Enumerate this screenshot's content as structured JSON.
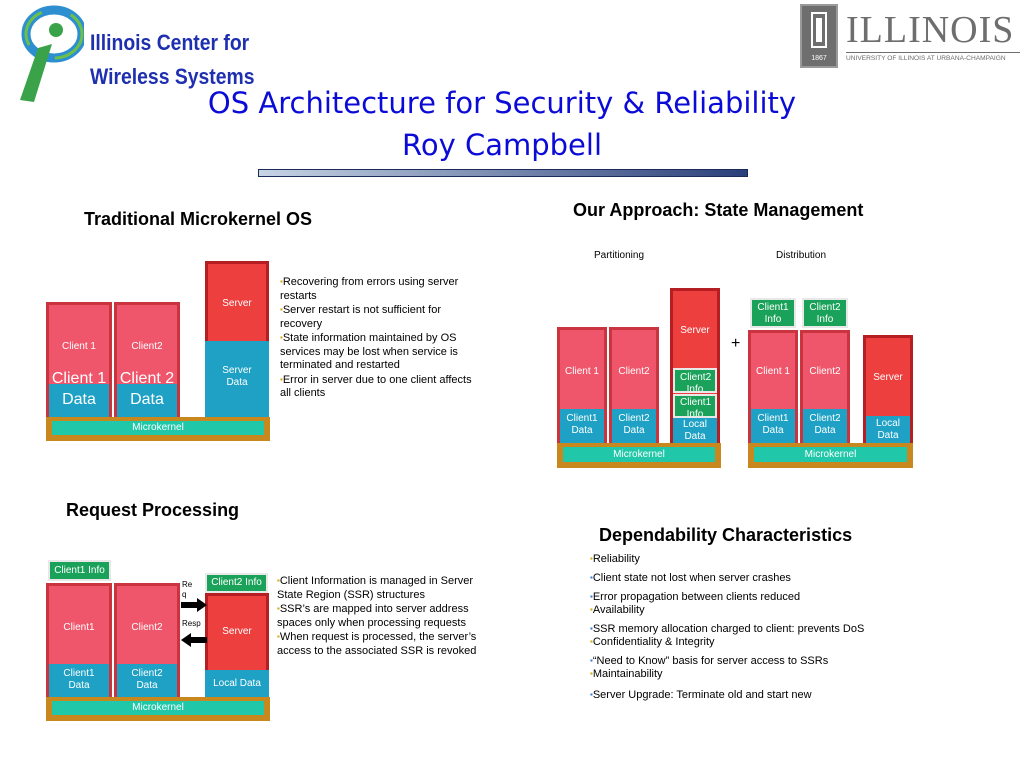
{
  "header": {
    "center_name_line1": "Illinois Center for",
    "center_name_line2": "Wireless Systems",
    "title_line1": "OS Architecture for Security & Reliability",
    "title_line2": "Roy Campbell",
    "uiuc_word": "ILLINOIS",
    "uiuc_sub": "UNIVERSITY OF ILLINOIS AT URBANA-CHAMPAIGN",
    "uiuc_year": "1867",
    "logo_letter": "i"
  },
  "traditional": {
    "heading": "Traditional Microkernel OS",
    "client1": "Client 1",
    "client2": "Client2",
    "client1_data": "Client 1 Data",
    "client2_data": "Client 2 Data",
    "server": "Server",
    "server_data": "Server Data",
    "microkernel": "Microkernel",
    "bullets": [
      "Recovering from errors using server restarts",
      "Server restart is not sufficient for recovery",
      "State information maintained by OS services may be lost when service is terminated and restarted",
      "Error in server due to one client affects all clients"
    ]
  },
  "approach": {
    "heading": "Our Approach: State Management",
    "partitioning": "Partitioning",
    "distribution": "Distribution",
    "plus": "+",
    "client1": "Client 1",
    "client2": "Client2",
    "client1_data": "Client1 Data",
    "client2_data": "Client2 Data",
    "server": "Server",
    "client2_info": "Client2 Info",
    "client1_info": "Client1 Info",
    "local_data": "Local Data",
    "microkernel": "Microkernel"
  },
  "request": {
    "heading": "Request Processing",
    "client1_info": "Client1 Info",
    "client2_info": "Client2 Info",
    "client1": "Client1",
    "client2": "Client2",
    "server": "Server",
    "client1_data": "Client1 Data",
    "client2_data": "Client2 Data",
    "local_data": "Local Data",
    "microkernel": "Microkernel",
    "req": "Re q",
    "resp": "Resp",
    "bullets": [
      "Client Information is  managed in Server State Region (SSR) structures",
      "SSR’s are mapped into server address spaces only when processing requests",
      "When request is processed, the server’s access to the associated SSR is revoked"
    ]
  },
  "dependability": {
    "heading": "Dependability Characteristics",
    "groups": [
      {
        "title": "Reliability",
        "items": [
          "Client state not lost when server crashes",
          "Error propagation between clients reduced"
        ]
      },
      {
        "title": "Availability",
        "items": [
          "SSR memory allocation charged to client: prevents DoS"
        ]
      },
      {
        "title": "Confidentiality & Integrity",
        "items": [
          "“Need to Know” basis for server access to SSRs"
        ]
      },
      {
        "title": "Maintainability",
        "items": [
          "Server Upgrade: Terminate old and start new"
        ]
      }
    ]
  },
  "colors": {
    "title_blue": "#0b0bd8",
    "client_red": "#f0566b",
    "server_red": "#ee3f3f",
    "data_teal": "#1ea1c4",
    "info_green": "#1ba25a",
    "microkernel_orange": "#c9881e",
    "microkernel_inner": "#20c7a8"
  }
}
